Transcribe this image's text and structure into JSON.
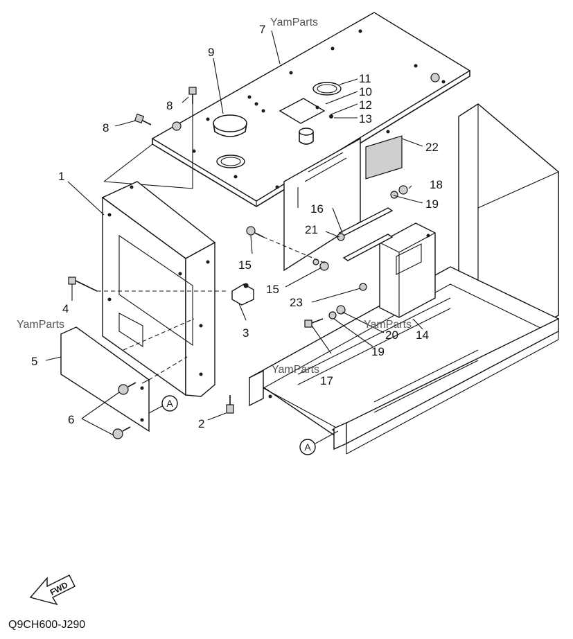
{
  "watermark": "YamParts",
  "callouts": [
    "1",
    "2",
    "3",
    "4",
    "5",
    "6",
    "7",
    "8",
    "8",
    "9",
    "10",
    "11",
    "12",
    "13",
    "14",
    "15",
    "15",
    "16",
    "17",
    "18",
    "19",
    "19",
    "20",
    "21",
    "22",
    "23"
  ],
  "reference_mark": "A",
  "direction_arrow": "FWD",
  "diagram_code": "Q9CH600-J290"
}
